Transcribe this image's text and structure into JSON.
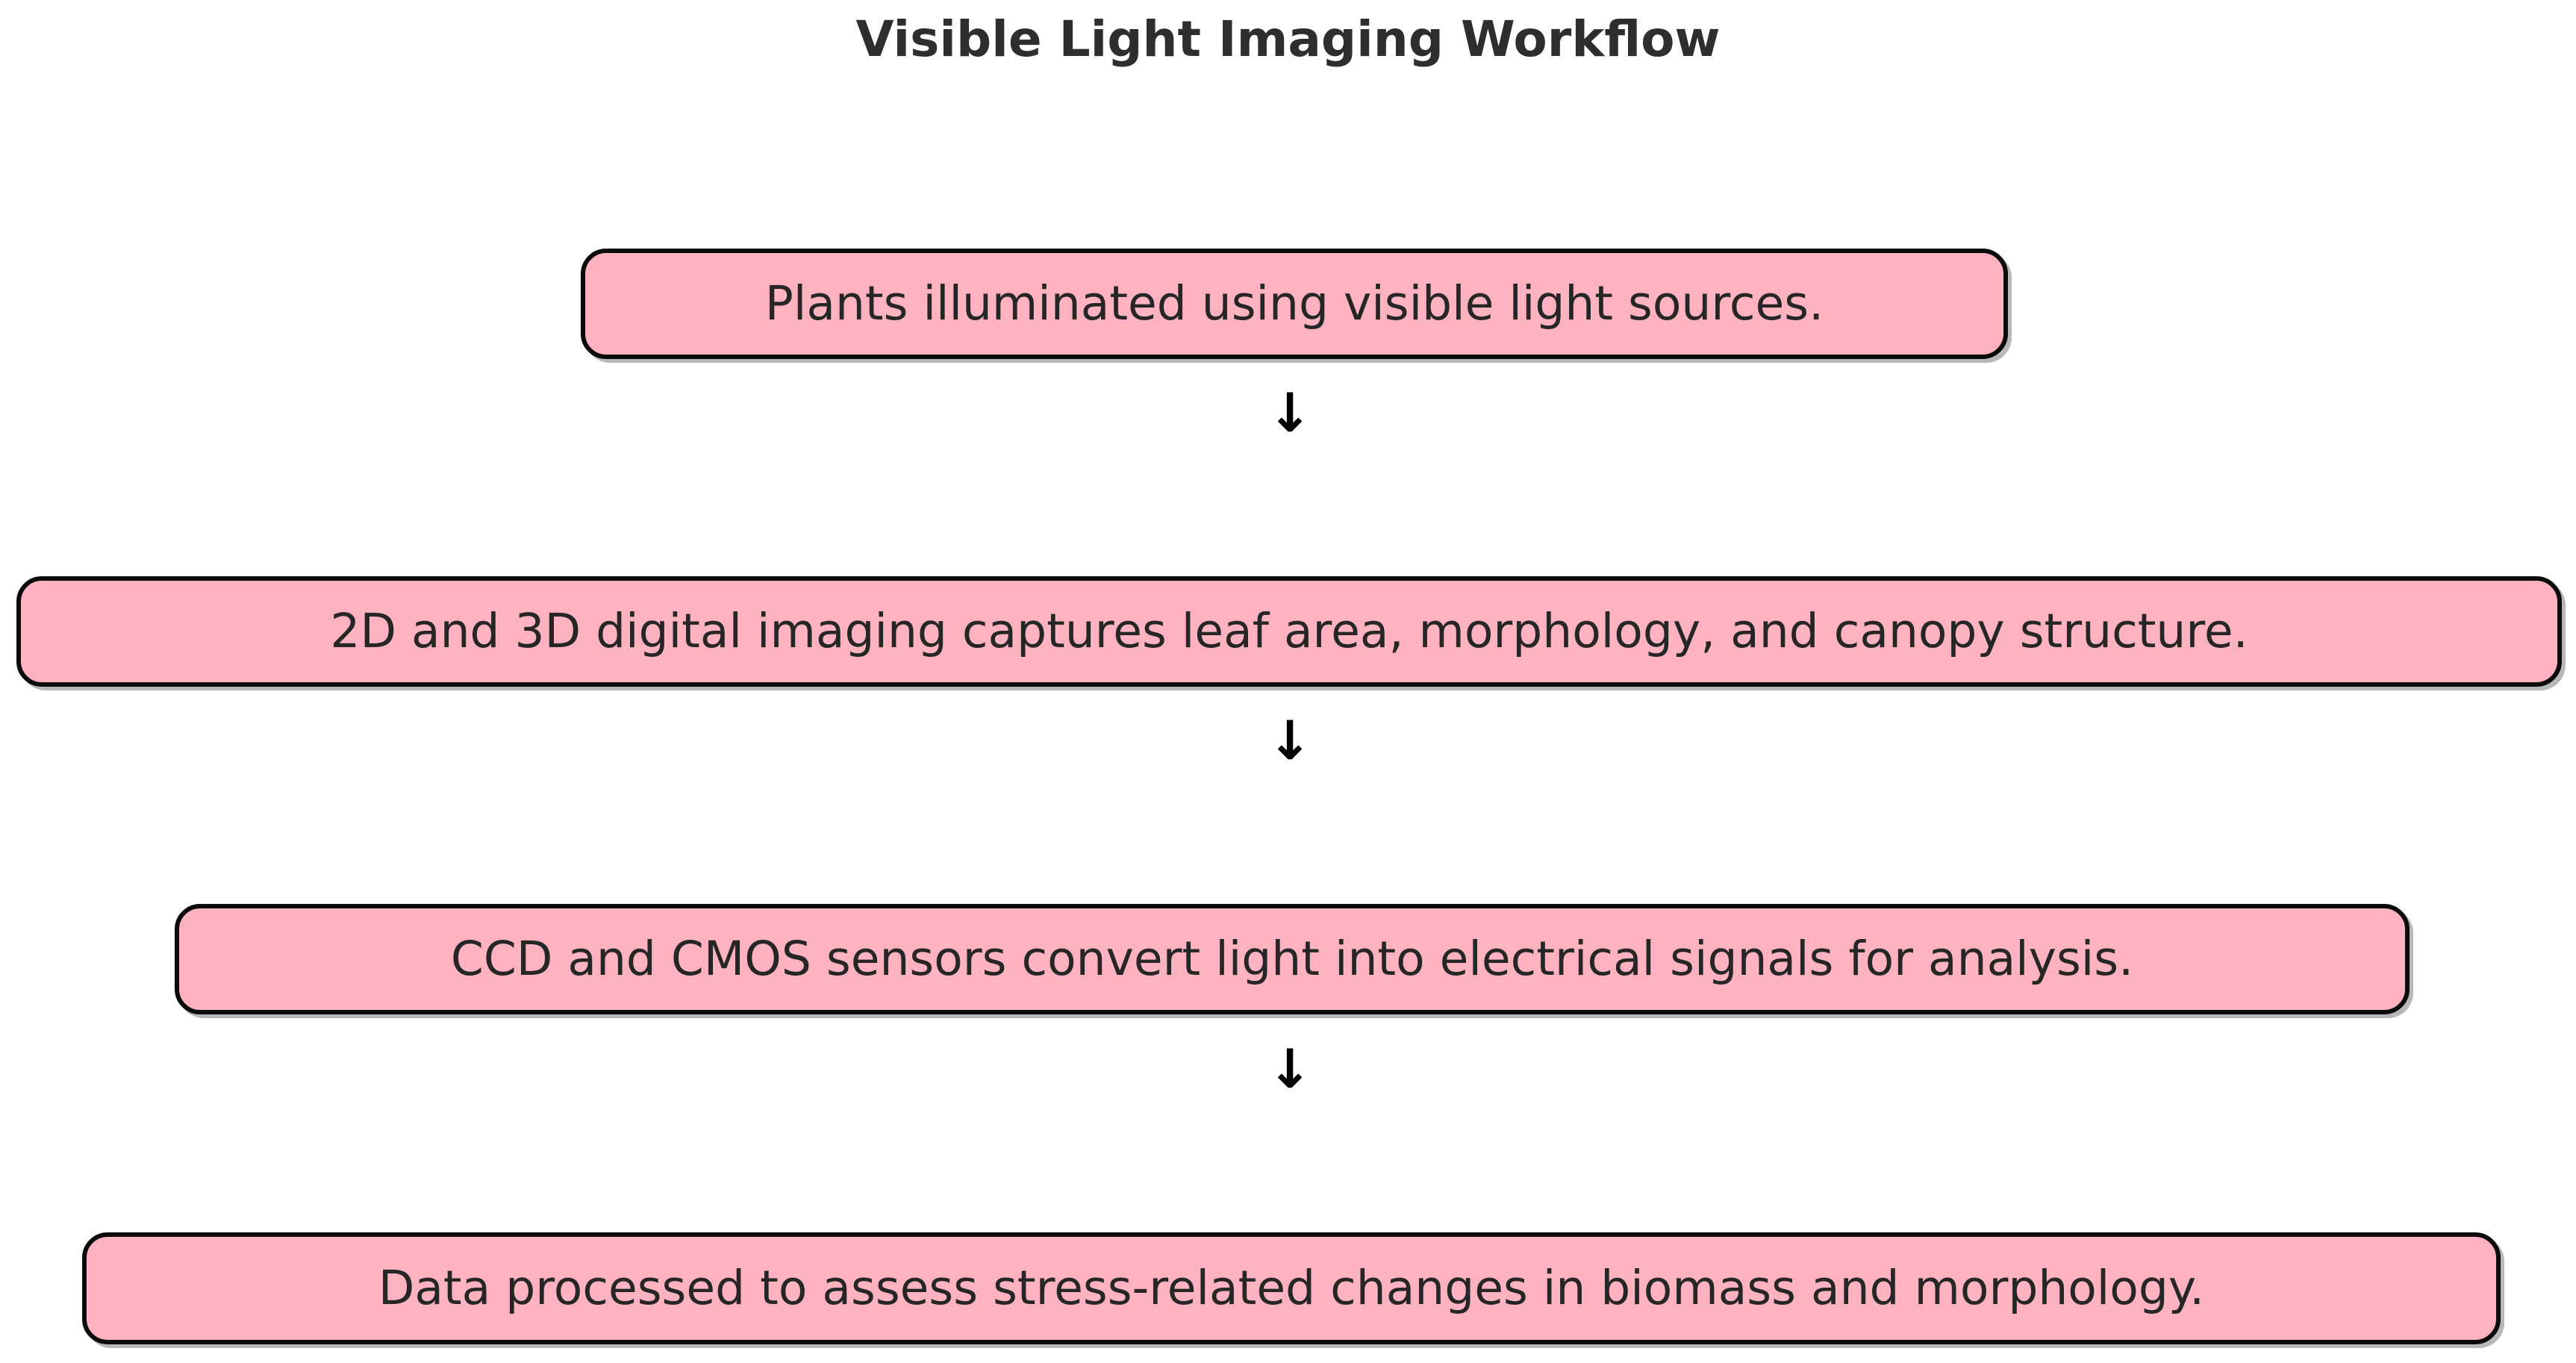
{
  "diagram": {
    "title": "Visible Light Imaging Workflow",
    "type": "vertical-flowchart",
    "orientation": "top-to-bottom",
    "colors": {
      "node_fill": "#ffb3c0",
      "node_border": "#0b0b0b",
      "node_text": "#262626",
      "title_text": "#2e2e2e",
      "arrow": "#000000",
      "background": "#ffffff"
    },
    "nodes": [
      {
        "id": "step-1",
        "label": "Plants illuminated using visible light sources."
      },
      {
        "id": "step-2",
        "label": "2D and 3D digital imaging captures leaf area, morphology, and canopy structure."
      },
      {
        "id": "step-3",
        "label": "CCD and CMOS sensors convert light into electrical signals for analysis."
      },
      {
        "id": "step-4",
        "label": "Data processed to assess stress-related changes in biomass and morphology."
      }
    ],
    "connectors": [
      {
        "id": "edge-1-2",
        "glyph": "↓",
        "from": "step-1",
        "to": "step-2"
      },
      {
        "id": "edge-2-3",
        "glyph": "↓",
        "from": "step-2",
        "to": "step-3"
      },
      {
        "id": "edge-3-4",
        "glyph": "↓",
        "from": "step-3",
        "to": "step-4"
      }
    ]
  }
}
